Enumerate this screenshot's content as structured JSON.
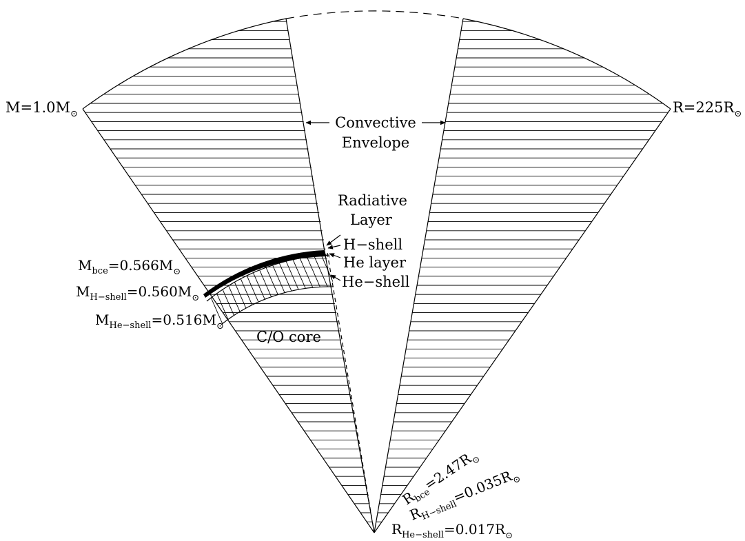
{
  "labels": {
    "total_mass": {
      "main": "M=1.0M",
      "sub": "⊙"
    },
    "total_radius": {
      "main": "R=225R",
      "sub": "⊙"
    },
    "convective_line1": "Convective",
    "convective_line2": "Envelope",
    "radiative_line1": "Radiative",
    "radiative_line2": "Layer",
    "h_shell": "H−shell",
    "he_layer": "He layer",
    "he_shell": "He−shell",
    "core": "C/O core",
    "m_bce": {
      "pre": "M",
      "sub": "bce",
      "post": "=0.566M",
      "sun": "⊙"
    },
    "m_hshell": {
      "pre": "M",
      "sub": "H−shell",
      "post": "=0.560M",
      "sun": "⊙"
    },
    "m_heshell": {
      "pre": "M",
      "sub": "He−shell",
      "post": "=0.516M",
      "sun": "⊙"
    },
    "r_bce": {
      "pre": "R",
      "sub": "bce",
      "post": "=2.47R",
      "sun": "⊙"
    },
    "r_hshell": {
      "pre": "R",
      "sub": "H−shell",
      "post": "=0.035R",
      "sun": "⊙"
    },
    "r_heshell": {
      "pre": "R",
      "sub": "He−shell",
      "post": "=0.017R",
      "sun": "⊙"
    }
  }
}
